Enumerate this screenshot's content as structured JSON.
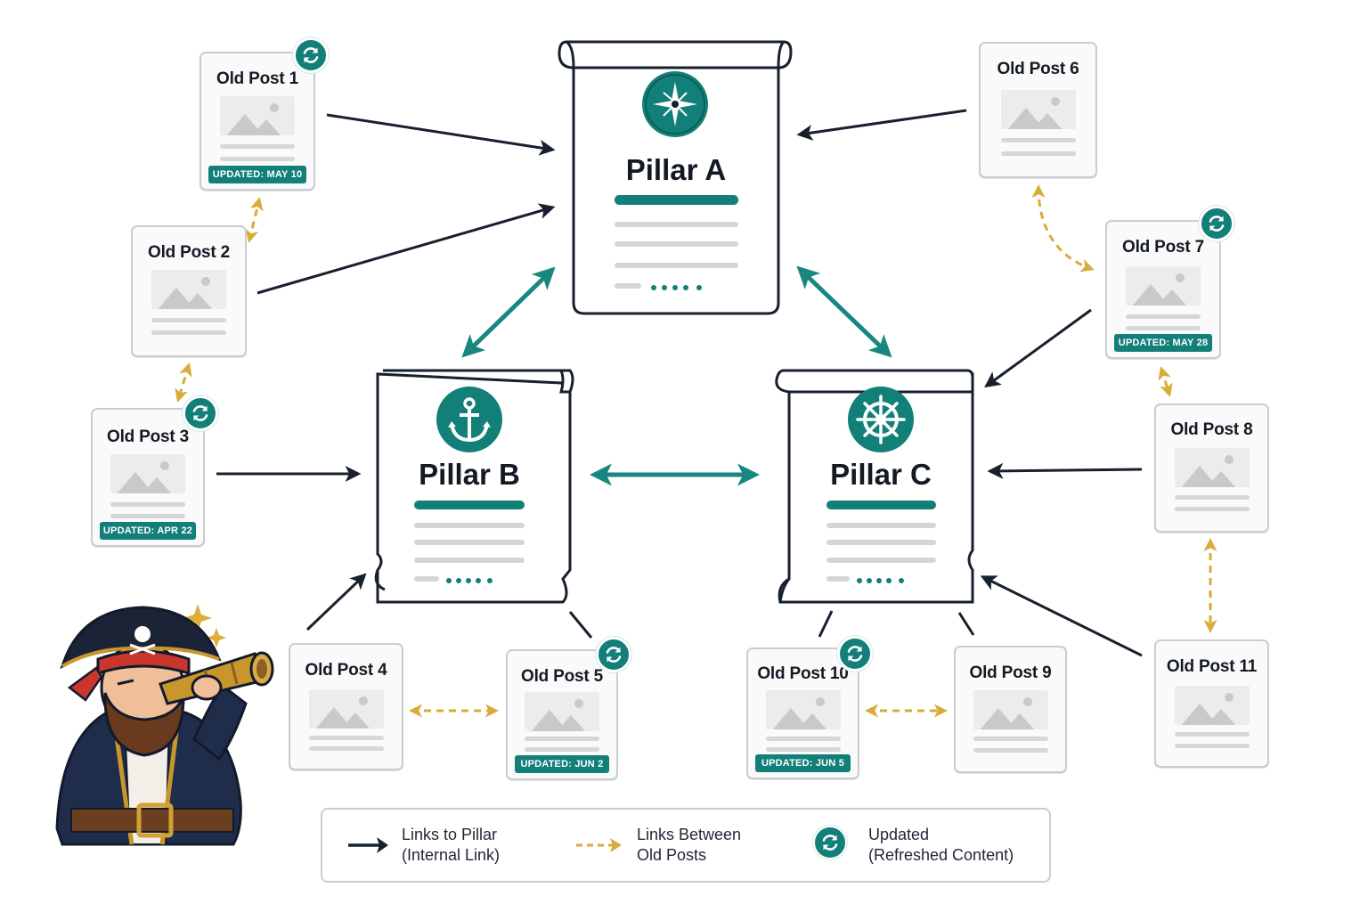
{
  "pillars": [
    {
      "id": "a",
      "title": "Pillar A",
      "icon": "compass-icon"
    },
    {
      "id": "b",
      "title": "Pillar B",
      "icon": "anchor-icon"
    },
    {
      "id": "c",
      "title": "Pillar C",
      "icon": "ship-wheel-icon"
    }
  ],
  "posts": [
    {
      "id": "p1",
      "title": "Old Post 1",
      "updated": "UPDATED: MAY 10"
    },
    {
      "id": "p2",
      "title": "Old Post 2"
    },
    {
      "id": "p3",
      "title": "Old Post 3",
      "updated": "UPDATED: APR 22"
    },
    {
      "id": "p4",
      "title": "Old Post 4"
    },
    {
      "id": "p5",
      "title": "Old Post 5",
      "updated": "UPDATED: JUN 2"
    },
    {
      "id": "p6",
      "title": "Old Post 6"
    },
    {
      "id": "p7",
      "title": "Old Post 7",
      "updated": "UPDATED: MAY 28"
    },
    {
      "id": "p8",
      "title": "Old Post 8"
    },
    {
      "id": "p9",
      "title": "Old Post 9"
    },
    {
      "id": "p10",
      "title": "Old Post 10",
      "updated": "UPDATED: JUN 5"
    },
    {
      "id": "p11",
      "title": "Old Post 11"
    }
  ],
  "legend": {
    "internal_link": {
      "line1": "Links to Pillar",
      "line2": "(Internal Link)"
    },
    "between_posts": {
      "line1": "Links Between",
      "line2": "Old Posts"
    },
    "updated": {
      "line1": "Updated",
      "line2": "(Refreshed Content)"
    }
  },
  "colors": {
    "pillar_link": "#17202e",
    "post_link": "#d9ab37",
    "pillar_to_pillar": "#17877f",
    "accent": "#127f78"
  },
  "illustration": "pirate-with-spyglass"
}
